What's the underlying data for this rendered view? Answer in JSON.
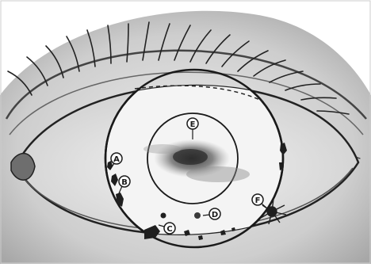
{
  "diagram": {
    "labels": {
      "a": "A",
      "b": "B",
      "c": "C",
      "d": "D",
      "e": "E",
      "f": "F"
    }
  },
  "colors": {
    "ink": "#1a1a1a",
    "paper": "#ffffff",
    "skin": "#d9d9d9",
    "sclera": "#e8e8e8",
    "fundus": "#efefef"
  }
}
